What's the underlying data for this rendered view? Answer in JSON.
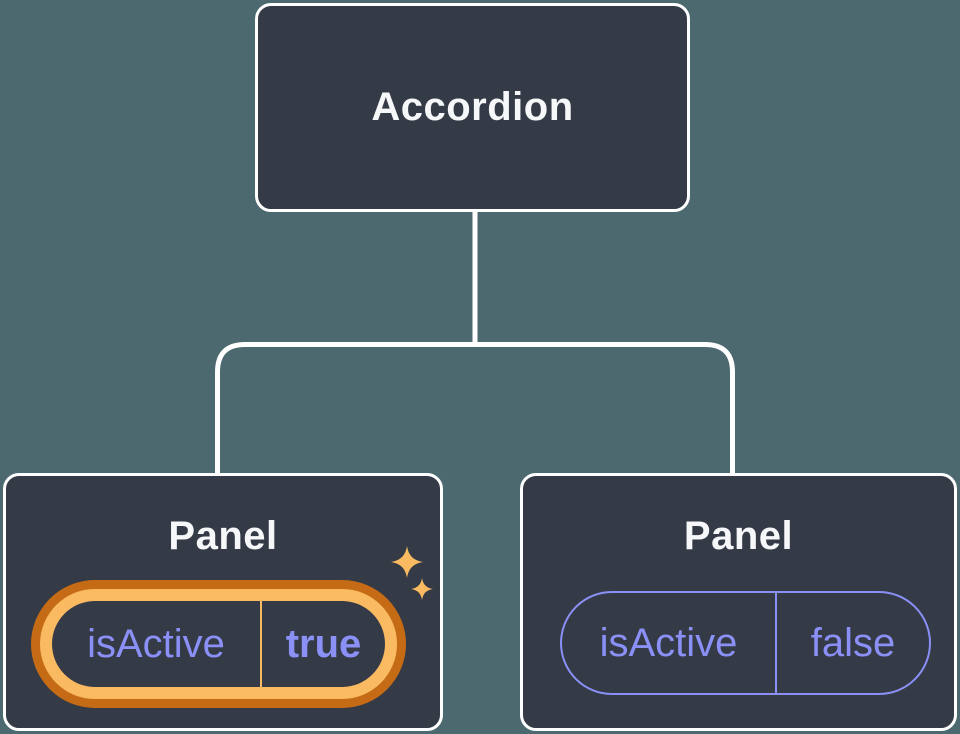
{
  "diagram": {
    "root": {
      "label": "Accordion"
    },
    "children": [
      {
        "label": "Panel",
        "state": {
          "key": "isActive",
          "value": "true"
        },
        "highlighted": true
      },
      {
        "label": "Panel",
        "state": {
          "key": "isActive",
          "value": "false"
        },
        "highlighted": false
      }
    ]
  },
  "icons": {
    "sparkles": "four-point-star-sparkles"
  },
  "colors": {
    "background": "#4c6970",
    "card": "#343a46",
    "card_border": "#ffffff",
    "connector": "#ffffff",
    "title": "#f6f7f9",
    "purple": "#8b90f6",
    "orange_dark": "#c56b15",
    "orange_light": "#f9ba61",
    "sparkle": "#f9ba61"
  }
}
